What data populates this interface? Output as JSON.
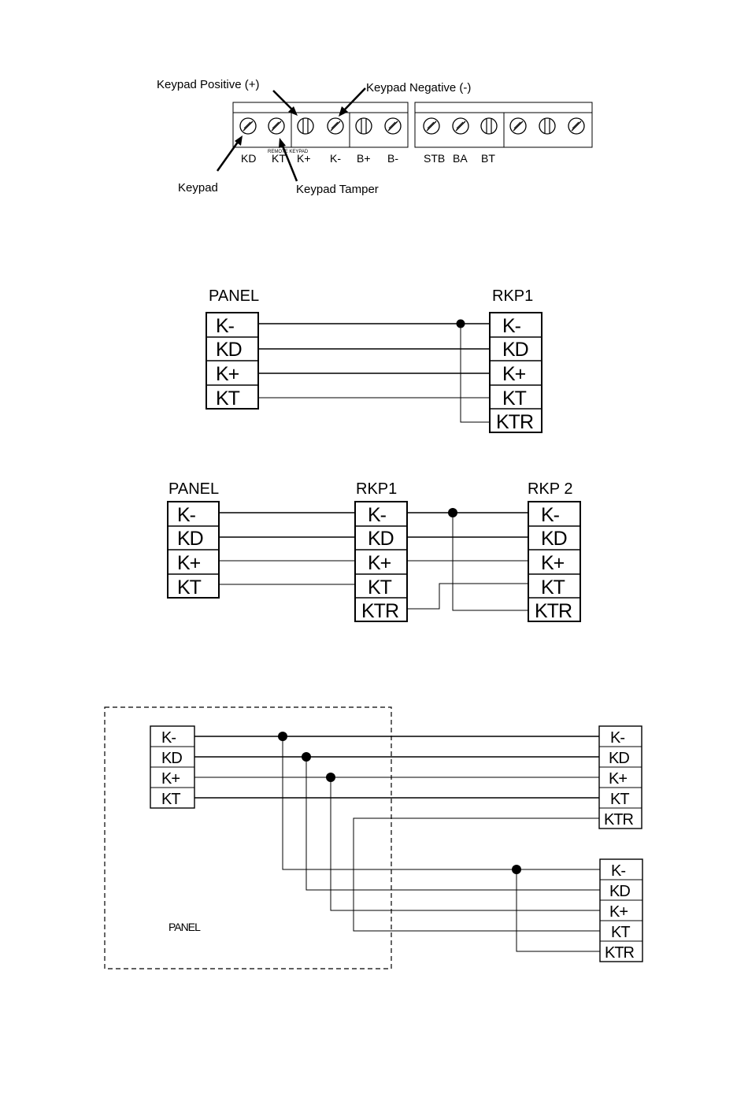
{
  "terminal_strip": {
    "annotations": {
      "keypad_positive": "Keypad Positive (+)",
      "keypad_negative": "Keypad Negative (-)",
      "keypad": "Keypad",
      "keypad_tamper": "Keypad Tamper"
    },
    "remote_keypad_label": "REMOTE KEYPAD",
    "terminals_left": [
      "KD",
      "KT",
      "K+",
      "K-",
      "B+",
      "B-"
    ],
    "terminals_right": [
      "STB",
      "BA",
      "BT"
    ]
  },
  "diagram1": {
    "panel_title": "PANEL",
    "rkp_title": "RKP1",
    "panel_terminals": [
      "K-",
      "KD",
      "K+",
      "KT"
    ],
    "rkp_terminals": [
      "K-",
      "KD",
      "K+",
      "KT",
      "KTR"
    ]
  },
  "diagram2": {
    "panel_title": "PANEL",
    "rkp1_title": "RKP1",
    "rkp2_title": "RKP 2",
    "panel_terminals": [
      "K-",
      "KD",
      "K+",
      "KT"
    ],
    "rkp1_terminals": [
      "K-",
      "KD",
      "K+",
      "KT",
      "KTR"
    ],
    "rkp2_terminals": [
      "K-",
      "KD",
      "K+",
      "KT",
      "KTR"
    ]
  },
  "diagram3": {
    "panel_label": "PANEL",
    "panel_terminals": [
      "K-",
      "KD",
      "K+",
      "KT"
    ],
    "keypad_a_terminals": [
      "K-",
      "KD",
      "K+",
      "KT",
      "KTR"
    ],
    "keypad_b_terminals": [
      "K-",
      "KD",
      "K+",
      "KT",
      "KTR"
    ]
  }
}
